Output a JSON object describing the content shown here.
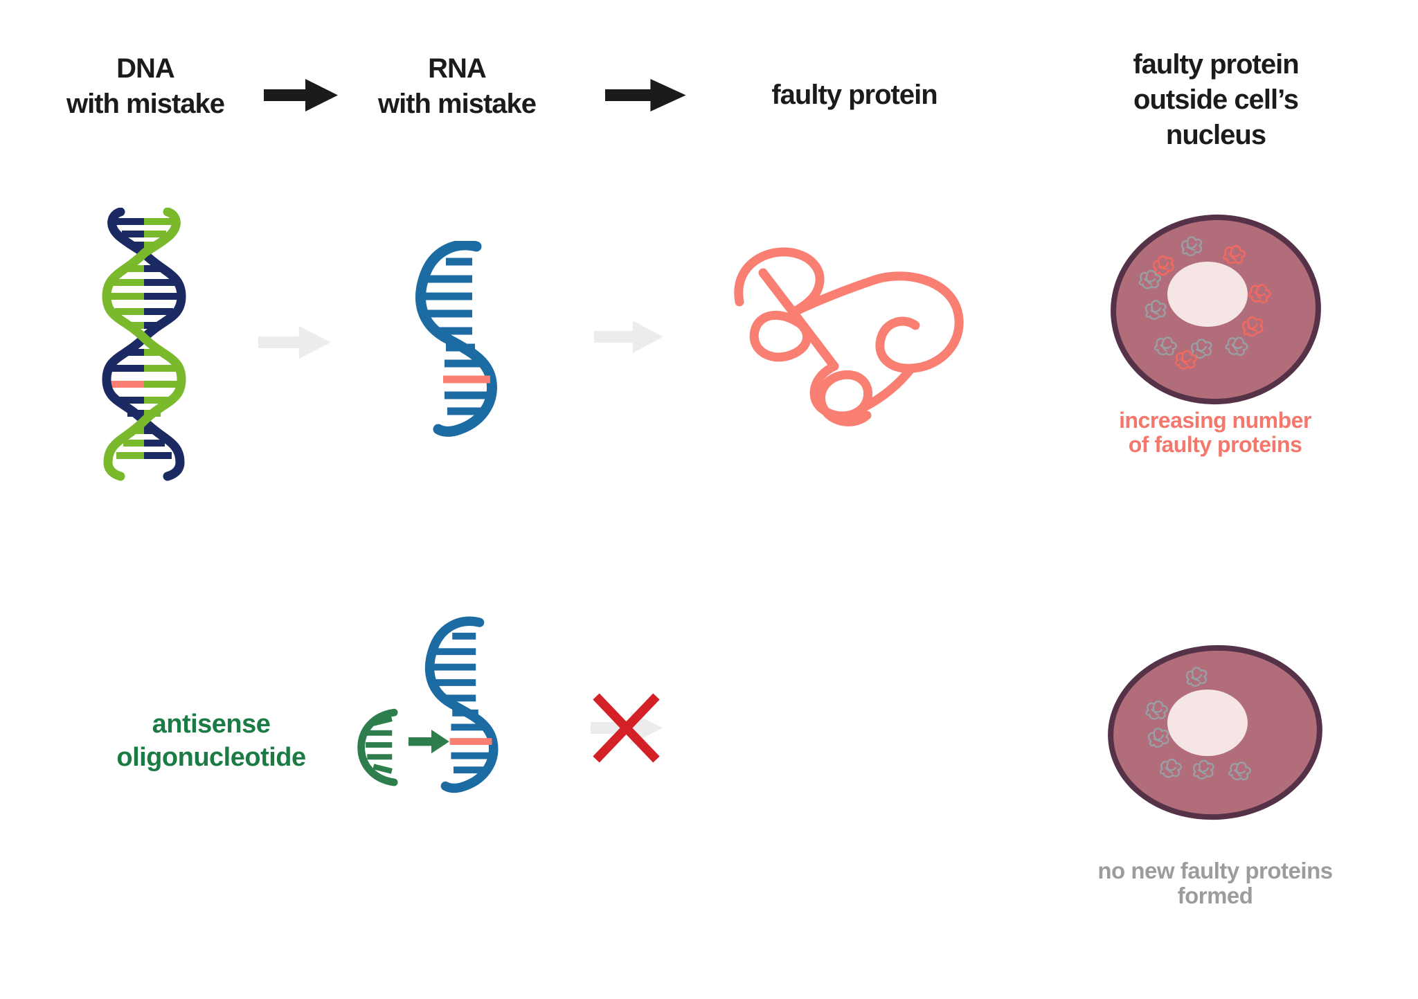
{
  "headers": [
    {
      "lines": [
        "DNA",
        "with mistake"
      ]
    },
    {
      "lines": [
        "RNA",
        "with mistake"
      ]
    },
    {
      "lines": [
        "faulty protein"
      ]
    },
    {
      "lines": [
        "faulty protein",
        "outside cell’s nucleus"
      ]
    }
  ],
  "row1": {
    "caption": {
      "lines": [
        "increasing number",
        "of faulty proteins"
      ]
    }
  },
  "row2": {
    "label": {
      "lines": [
        "antisense",
        "oligonucleotide"
      ]
    },
    "caption": {
      "lines": [
        "no new faulty proteins",
        "formed"
      ]
    }
  },
  "icons": [
    "dna-with-mistake-icon",
    "arrow-dna-to-rna-icon",
    "rna-with-mistake-icon",
    "arrow-rna-to-protein-icon",
    "faded-arrow-icon",
    "faulty-protein-tangle-icon",
    "cell-many-faulty-proteins-icon",
    "antisense-oligonucleotide-icon",
    "aso-binding-arrow-icon",
    "blocked-arrow-icon",
    "x-icon",
    "cell-no-new-faulty-proteins-icon",
    "mini-protein-icon"
  ],
  "colors": {
    "heading_text": "#1b1b1b",
    "dna_navy": "#1b2a63",
    "dna_green": "#7ab82c",
    "rna_blue": "#1d6ba3",
    "mistake_salmon": "#f97f73",
    "salmon_text": "#f4776b",
    "aso_green": "#2e7d4c",
    "aso_text_green": "#1b7b45",
    "blocked_red": "#d42127",
    "faded_arrow_gray": "#ececec",
    "cell_fill": "#b26d7b",
    "cell_border": "#553247",
    "nucleus_fill": "#f5e5e5",
    "gray_protein": "#98a0a5",
    "gray_text": "#9c9c9c"
  }
}
